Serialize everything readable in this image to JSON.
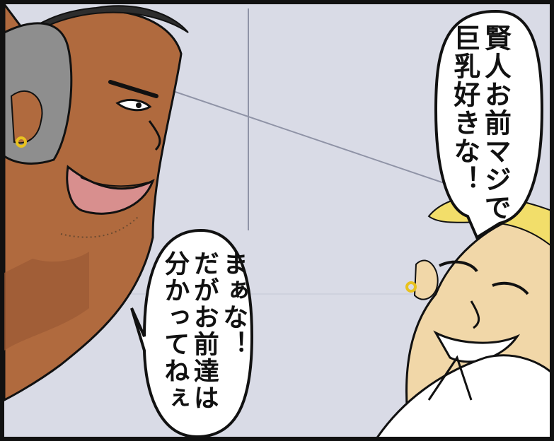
{
  "scene": {
    "palette": {
      "wall": "#d9dbe6",
      "skin_dark": "#b06a3e",
      "skin_light": "#f1d7a8",
      "hair_gray": "#8e8e8e",
      "hair_blond": "#f2de6a",
      "shirt": "#ffffff",
      "earring": "#e8c21f",
      "ink": "#111111"
    },
    "characters": [
      {
        "name": "dark-haired-man",
        "expression": "smirk"
      },
      {
        "name": "blond-man",
        "expression": "grin"
      }
    ]
  },
  "bubbles": {
    "right": {
      "lines": [
        "賢人お前マジで",
        "巨乳好きな！"
      ]
    },
    "left": {
      "lines": [
        "まぁな！",
        "だがお前達は",
        "分かってねぇ"
      ]
    }
  }
}
